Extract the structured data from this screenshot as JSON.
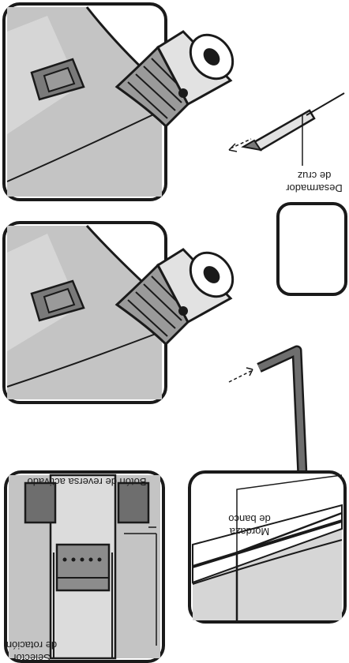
{
  "labels": {
    "rotation_selector": [
      "Selector",
      "de rotación"
    ],
    "reverse_button": "Botón de reversa activado",
    "bench_vise": [
      "Mordaza",
      "de banco"
    ],
    "screwdriver": [
      "Desarmador",
      "de cruz"
    ]
  },
  "colors": {
    "outline": "#1a1a1a",
    "body_gray": "#c4c4c4",
    "dark_gray": "#7a7a7a",
    "chuck_gray": "#8c8c8c",
    "light_gray": "#e2e2e2",
    "white": "#ffffff"
  },
  "icons": [
    "drill-icon",
    "allen-key-icon",
    "screwdriver-icon",
    "vise-icon"
  ],
  "orientation": "rotated-180"
}
